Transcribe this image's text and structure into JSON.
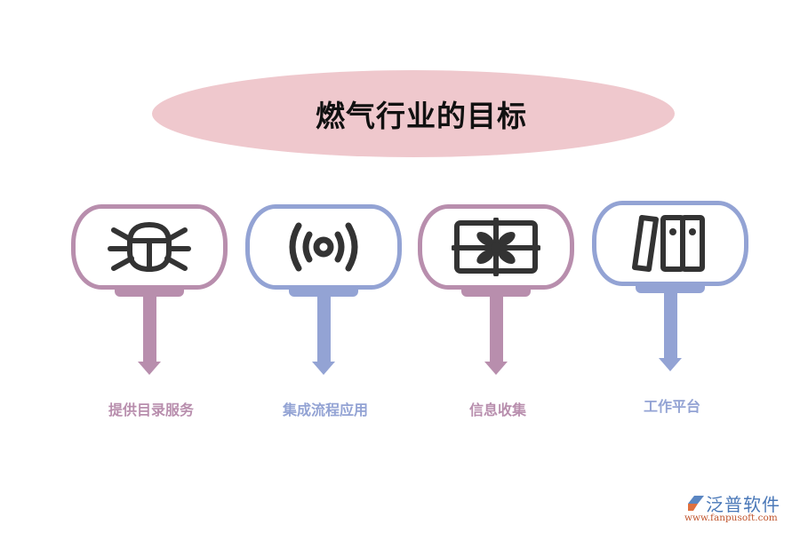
{
  "title": "燃气行业的目标",
  "colors": {
    "title_bg": "#efc8cd",
    "purple": "#b88ead",
    "blue": "#93a3d4",
    "icon": "#333333"
  },
  "nodes": [
    {
      "label": "提供目录服务",
      "icon": "bug-icon",
      "color": "purple"
    },
    {
      "label": "集成流程应用",
      "icon": "broadcast-icon",
      "color": "blue"
    },
    {
      "label": "信息收集",
      "icon": "gift-icon",
      "color": "purple"
    },
    {
      "label": "工作平台",
      "icon": "binders-icon",
      "color": "blue"
    }
  ],
  "logo": {
    "name": "泛普软件",
    "url": "www.fanpusoft.com"
  }
}
